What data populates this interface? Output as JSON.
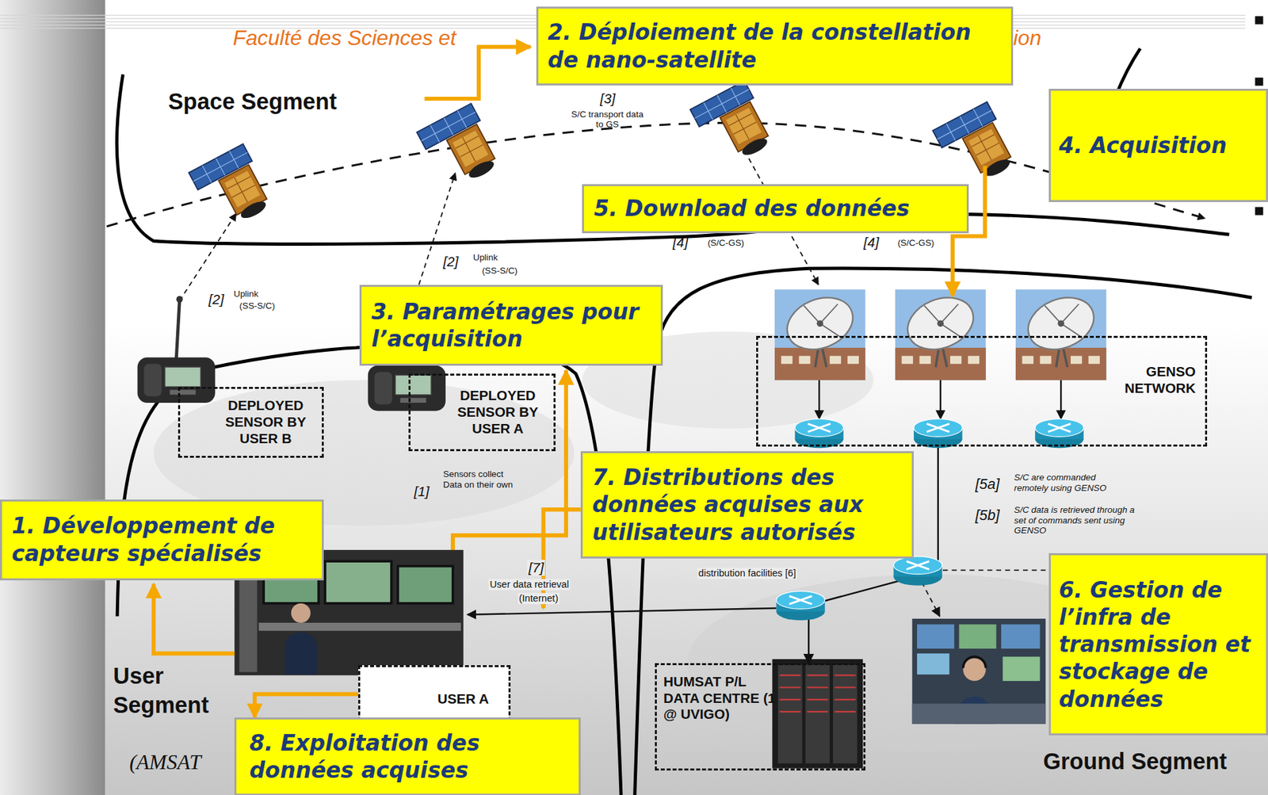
{
  "diagram": {
    "nodes": [
      {
        "text": [
          "2. Déploiement de la constellation de nano-satellite"
        ]
      },
      {
        "text": [
          "4. Acquisition"
        ]
      },
      {
        "text": [
          "5. Download des données"
        ]
      },
      {
        "text": [
          "3. Paramétrages pour l’acquisition"
        ]
      },
      {
        "text": [
          "DEPLOYED SENSOR BY USER B"
        ]
      },
      {
        "text": [
          "DEPLOYED SENSOR BY USER A"
        ]
      },
      {
        "text": [
          "GENSO NETWORK"
        ]
      },
      {
        "text": [
          "7. Distributions des données acquises aux utilisateurs autorisés"
        ]
      },
      {
        "text": [
          "1. Développement de capteurs spécialisés"
        ]
      },
      {
        "text": [
          "6. Gestion de l’infra de transmission et stockage de données"
        ]
      },
      {
        "text": [
          "USER A"
        ]
      },
      {
        "text": [
          "HUMSAT P/L DATA CENTRE (1 @ UVIGO)"
        ]
      },
      {
        "text": [
          "8. Exploitation des données acquises"
        ]
      }
    ],
    "edges": [
      {
        "from": 10,
        "to": 12,
        "arrow": "to"
      },
      {
        "from": 6,
        "to": 11,
        "arrow": "to"
      }
    ],
    "labels": [
      "Faculté des Sciences et",
      "ion",
      "Space Segment",
      "[3]",
      "S/C transport data to GS",
      "[2]",
      "Uplink",
      "(SS-S/C)",
      "[2]",
      "Uplink",
      "(SS-S/C)",
      "[4]",
      "(S/C-GS)",
      "[4]",
      "(S/C-GS)",
      "[1]",
      "Sensors collect Data on their own",
      "[5a]",
      "S/C are commanded remotely using GENSO",
      "[5b]",
      "S/C data is retrieved through a set of commands sent using GENSO",
      "distribution facilities [6]",
      "[7]",
      "User data retrieval",
      "(Internet)",
      "User",
      "Segment",
      "(AMSAT",
      "Ground Segment"
    ]
  }
}
